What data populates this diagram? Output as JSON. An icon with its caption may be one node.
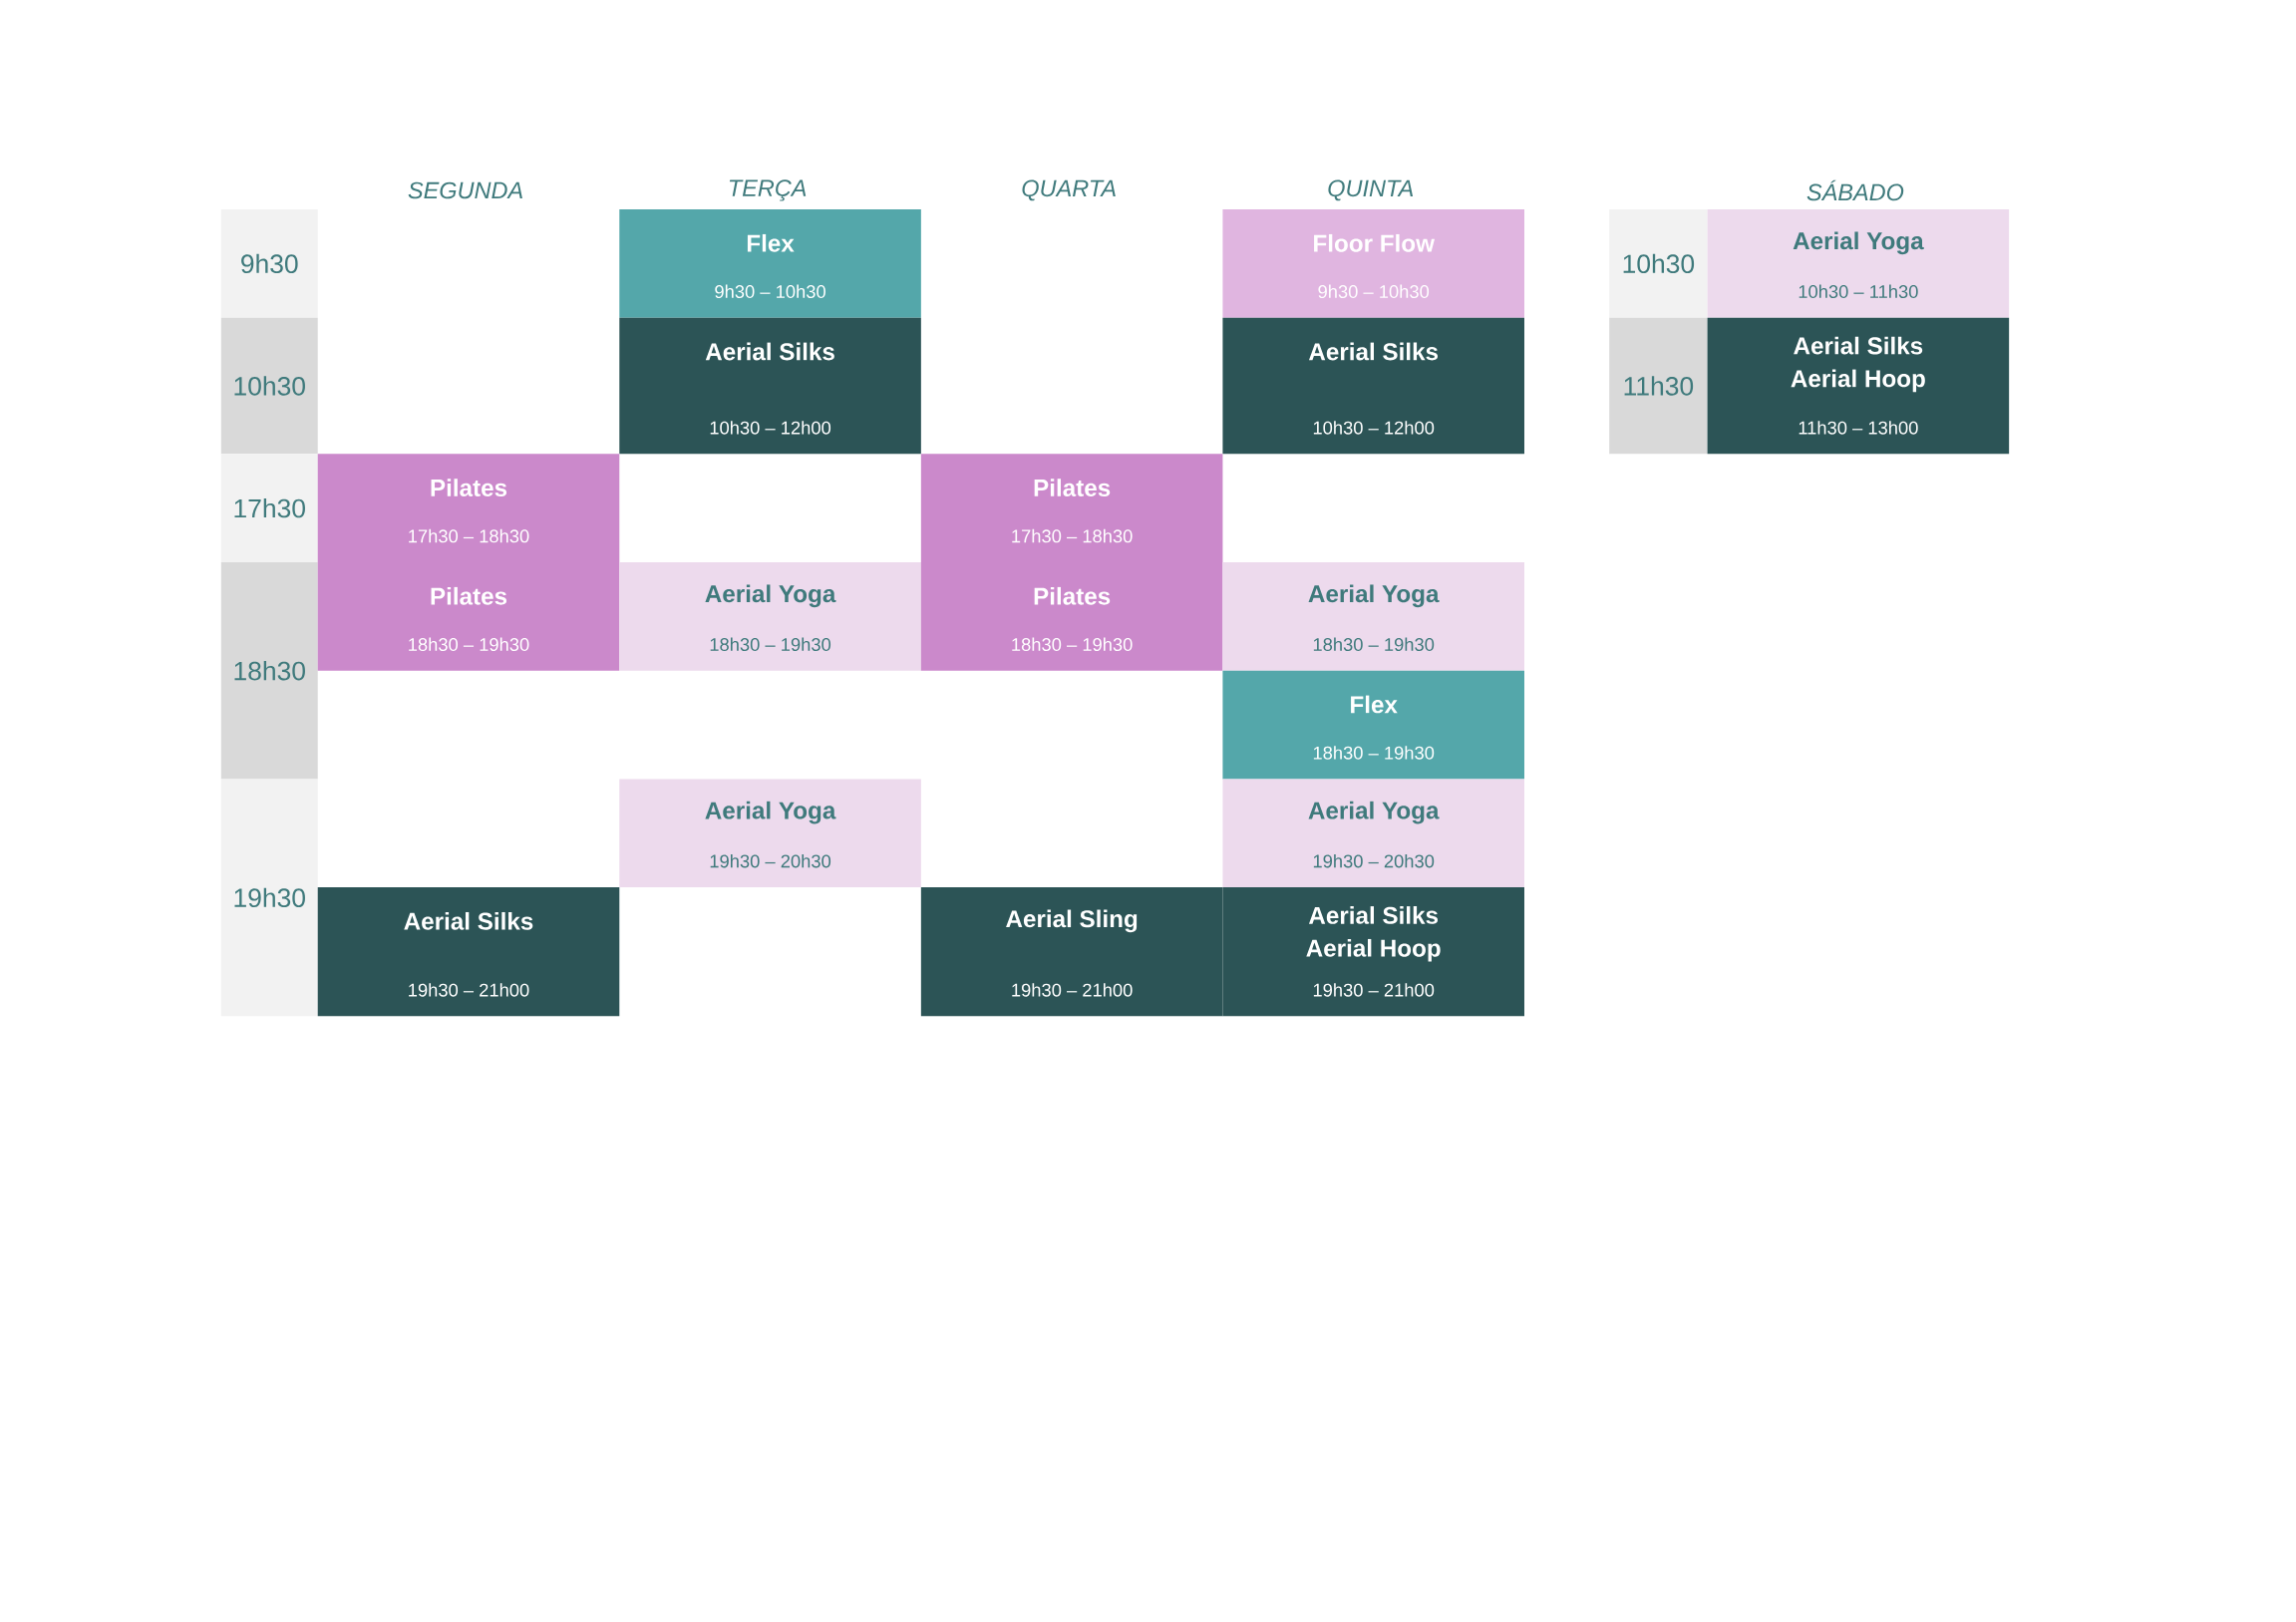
{
  "diagram": {
    "nodes": [
      {
        "text": [
          "9h30"
        ]
      },
      {
        "text": [
          "Flex",
          "9h30 – 10h30"
        ]
      },
      {
        "text": [
          "Floor Flow",
          "9h30 – 10h30"
        ]
      },
      {
        "text": [
          "10h30"
        ]
      },
      {
        "text": [
          "Aerial Yoga",
          "10h30 – 11h30"
        ]
      },
      {
        "text": [
          "10h30"
        ]
      },
      {
        "text": [
          "Aerial Silks",
          "10h30 – 12h00"
        ]
      },
      {
        "text": [
          "Aerial Silks",
          "10h30 – 12h00"
        ]
      },
      {
        "text": [
          "11h30"
        ]
      },
      {
        "text": [
          "Aerial Silks",
          "Aerial Hoop",
          "11h30 – 13h00"
        ]
      },
      {
        "text": [
          "17h30"
        ]
      },
      {
        "text": [
          "Pilates",
          "17h30 – 18h30"
        ]
      },
      {
        "text": [
          "Pilates",
          "17h30 – 18h30"
        ]
      },
      {
        "text": [
          "18h30"
        ]
      },
      {
        "text": [
          "Pilates",
          "18h30 – 19h30"
        ]
      },
      {
        "text": [
          "Aerial Yoga",
          "18h30 – 19h30"
        ]
      },
      {
        "text": [
          "Pilates",
          "18h30 – 19h30"
        ]
      },
      {
        "text": [
          "Aerial Yoga",
          "18h30 – 19h30"
        ]
      },
      {
        "text": [
          "Flex",
          "18h30 – 19h30"
        ]
      },
      {
        "text": [
          "19h30"
        ]
      },
      {
        "text": [
          "Aerial Yoga",
          "19h30 – 20h30"
        ]
      },
      {
        "text": [
          "Aerial Yoga",
          "19h30 – 20h30"
        ]
      },
      {
        "text": [
          "Aerial Silks",
          "19h30 – 21h00"
        ]
      },
      {
        "text": [
          "Aerial Sling",
          "19h30 – 21h00"
        ]
      },
      {
        "text": [
          "Aerial Silks",
          "Aerial Hoop",
          "19h30 – 21h00"
        ]
      }
    ],
    "labels": [
      "SEGUNDA",
      "TERÇA",
      "QUARTA",
      "QUINTA",
      "SÁBADO"
    ]
  }
}
